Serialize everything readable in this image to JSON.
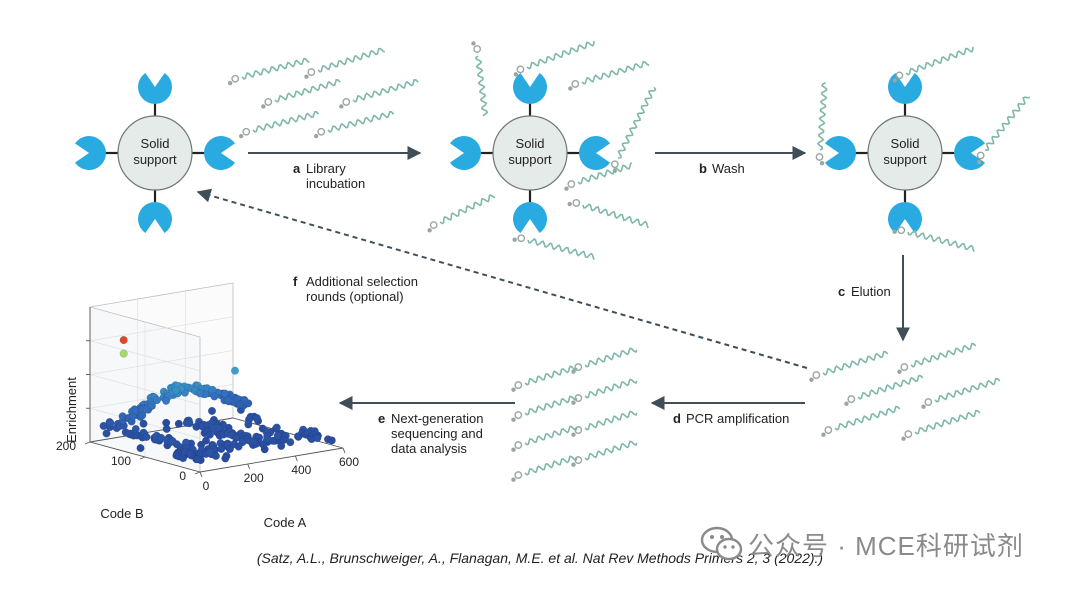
{
  "support_label": [
    "Solid",
    "support"
  ],
  "steps": {
    "a": {
      "letter": "a",
      "text": [
        "Library",
        "incubation"
      ]
    },
    "b": {
      "letter": "b",
      "text": [
        "Wash"
      ]
    },
    "c": {
      "letter": "c",
      "text": [
        "Elution"
      ]
    },
    "d": {
      "letter": "d",
      "text": [
        "PCR amplification"
      ]
    },
    "e": {
      "letter": "e",
      "text": [
        "Next-generation",
        "sequencing and",
        "data analysis"
      ]
    },
    "f": {
      "letter": "f",
      "text": [
        "Additional selection",
        "rounds (optional)"
      ]
    }
  },
  "plot": {
    "zlabel": "Enrichment",
    "xlabel": "Code A",
    "ylabel": "Code B",
    "x_ticks": [
      "0",
      "200",
      "400",
      "600"
    ],
    "y_ticks": [
      "0",
      "100",
      "200"
    ]
  },
  "citation": "(Satz, A.L., Brunschweiger, A., Flanagan, M.E. et al. Nat Rev Methods Primers 2, 3 (2022).)",
  "watermark": "公众号 · MCE科研试剂",
  "colors": {
    "receptor": "#29abe2",
    "support_fill": "#e4ebe8",
    "arrow": "#3f4e58",
    "dna": "#7fb8a8",
    "molecule": "#9aa6a1"
  }
}
